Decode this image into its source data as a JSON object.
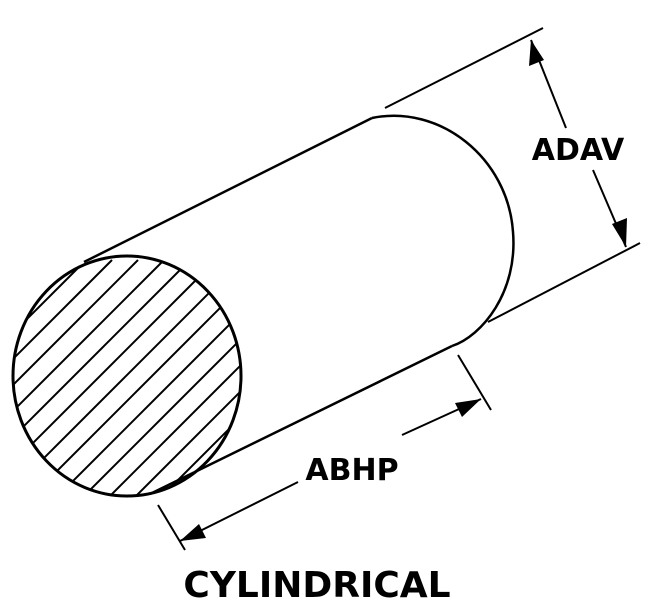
{
  "diagram": {
    "labels": {
      "height_dimension": "ADAV",
      "length_dimension": "ABHP",
      "shape_name": "CYLINDRICAL"
    },
    "colors": {
      "stroke": "#000000",
      "background": "#ffffff"
    }
  }
}
